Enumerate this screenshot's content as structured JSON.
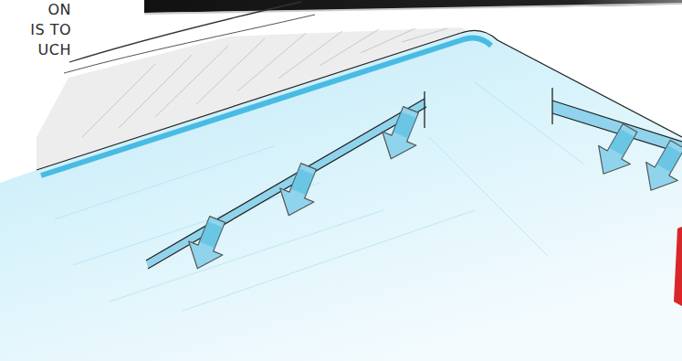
{
  "diagram": {
    "labels": [
      "ON",
      "IS TO",
      "UCH"
    ]
  }
}
